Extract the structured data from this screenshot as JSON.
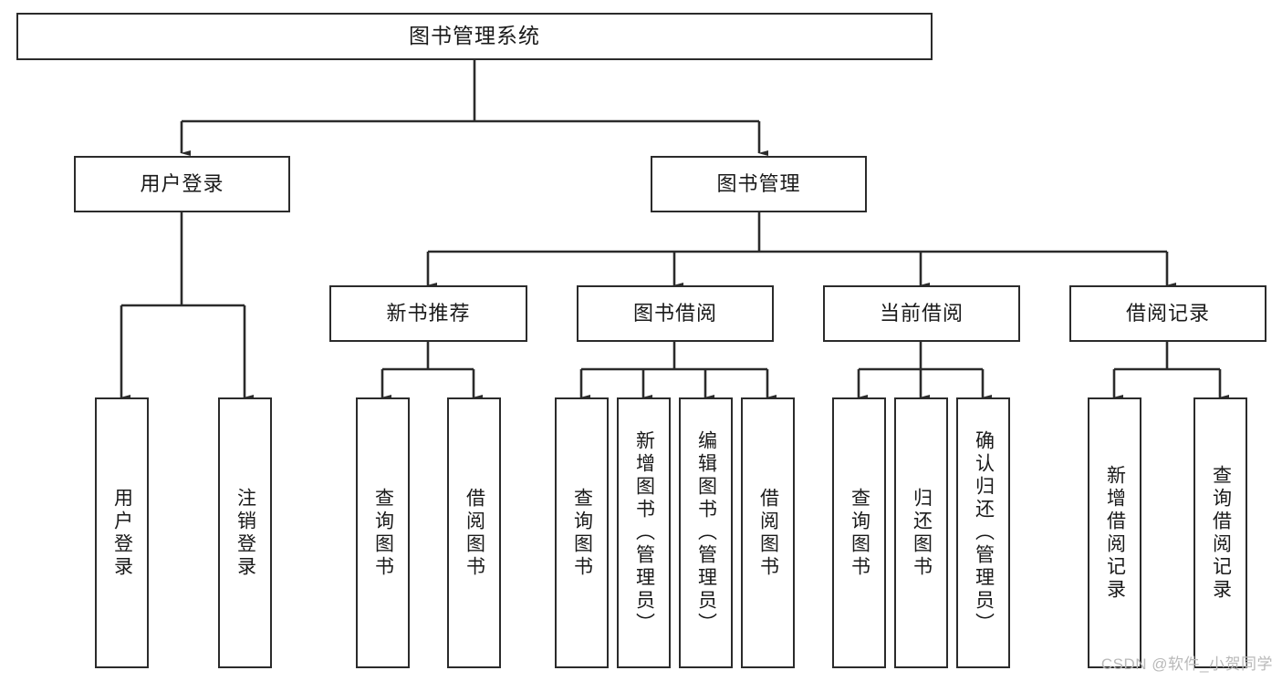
{
  "diagram": {
    "title": "图书管理系统",
    "type": "hierarchy-tree",
    "watermark": "CSDN @软件_小贺同学",
    "colors": {
      "stroke": "#2b2b2b",
      "fill": "#ffffff",
      "text": "#1a1a1a",
      "watermark": "#b9b9b9"
    },
    "nodes": {
      "root": {
        "label": "图书管理系统"
      },
      "level2": [
        {
          "id": "user-login",
          "label": "用户登录"
        },
        {
          "id": "book-management",
          "label": "图书管理"
        }
      ],
      "level3": [
        {
          "id": "new-book-recommend",
          "label": "新书推荐"
        },
        {
          "id": "book-borrow",
          "label": "图书借阅"
        },
        {
          "id": "current-borrow",
          "label": "当前借阅"
        },
        {
          "id": "borrow-record",
          "label": "借阅记录"
        }
      ],
      "leaves": {
        "user_login": [
          {
            "id": "leaf-user-login",
            "label": "用户登录"
          },
          {
            "id": "leaf-user-logout",
            "label": "注销登录"
          }
        ],
        "new_book_recommend": [
          {
            "id": "leaf-query-book-1",
            "label": "查询图书"
          },
          {
            "id": "leaf-borrow-book-1",
            "label": "借阅图书"
          }
        ],
        "book_borrow": [
          {
            "id": "leaf-query-book-2",
            "label": "查询图书"
          },
          {
            "id": "leaf-add-book",
            "label": "新增图书（管理员）"
          },
          {
            "id": "leaf-edit-book",
            "label": "编辑图书（管理员）"
          },
          {
            "id": "leaf-borrow-book-2",
            "label": "借阅图书"
          }
        ],
        "current_borrow": [
          {
            "id": "leaf-query-book-3",
            "label": "查询图书"
          },
          {
            "id": "leaf-return-book",
            "label": "归还图书"
          },
          {
            "id": "leaf-confirm-return",
            "label": "确认归还（管理员）"
          }
        ],
        "borrow_record": [
          {
            "id": "leaf-add-record",
            "label": "新增借阅记录"
          },
          {
            "id": "leaf-query-record",
            "label": "查询借阅记录"
          }
        ]
      }
    }
  }
}
